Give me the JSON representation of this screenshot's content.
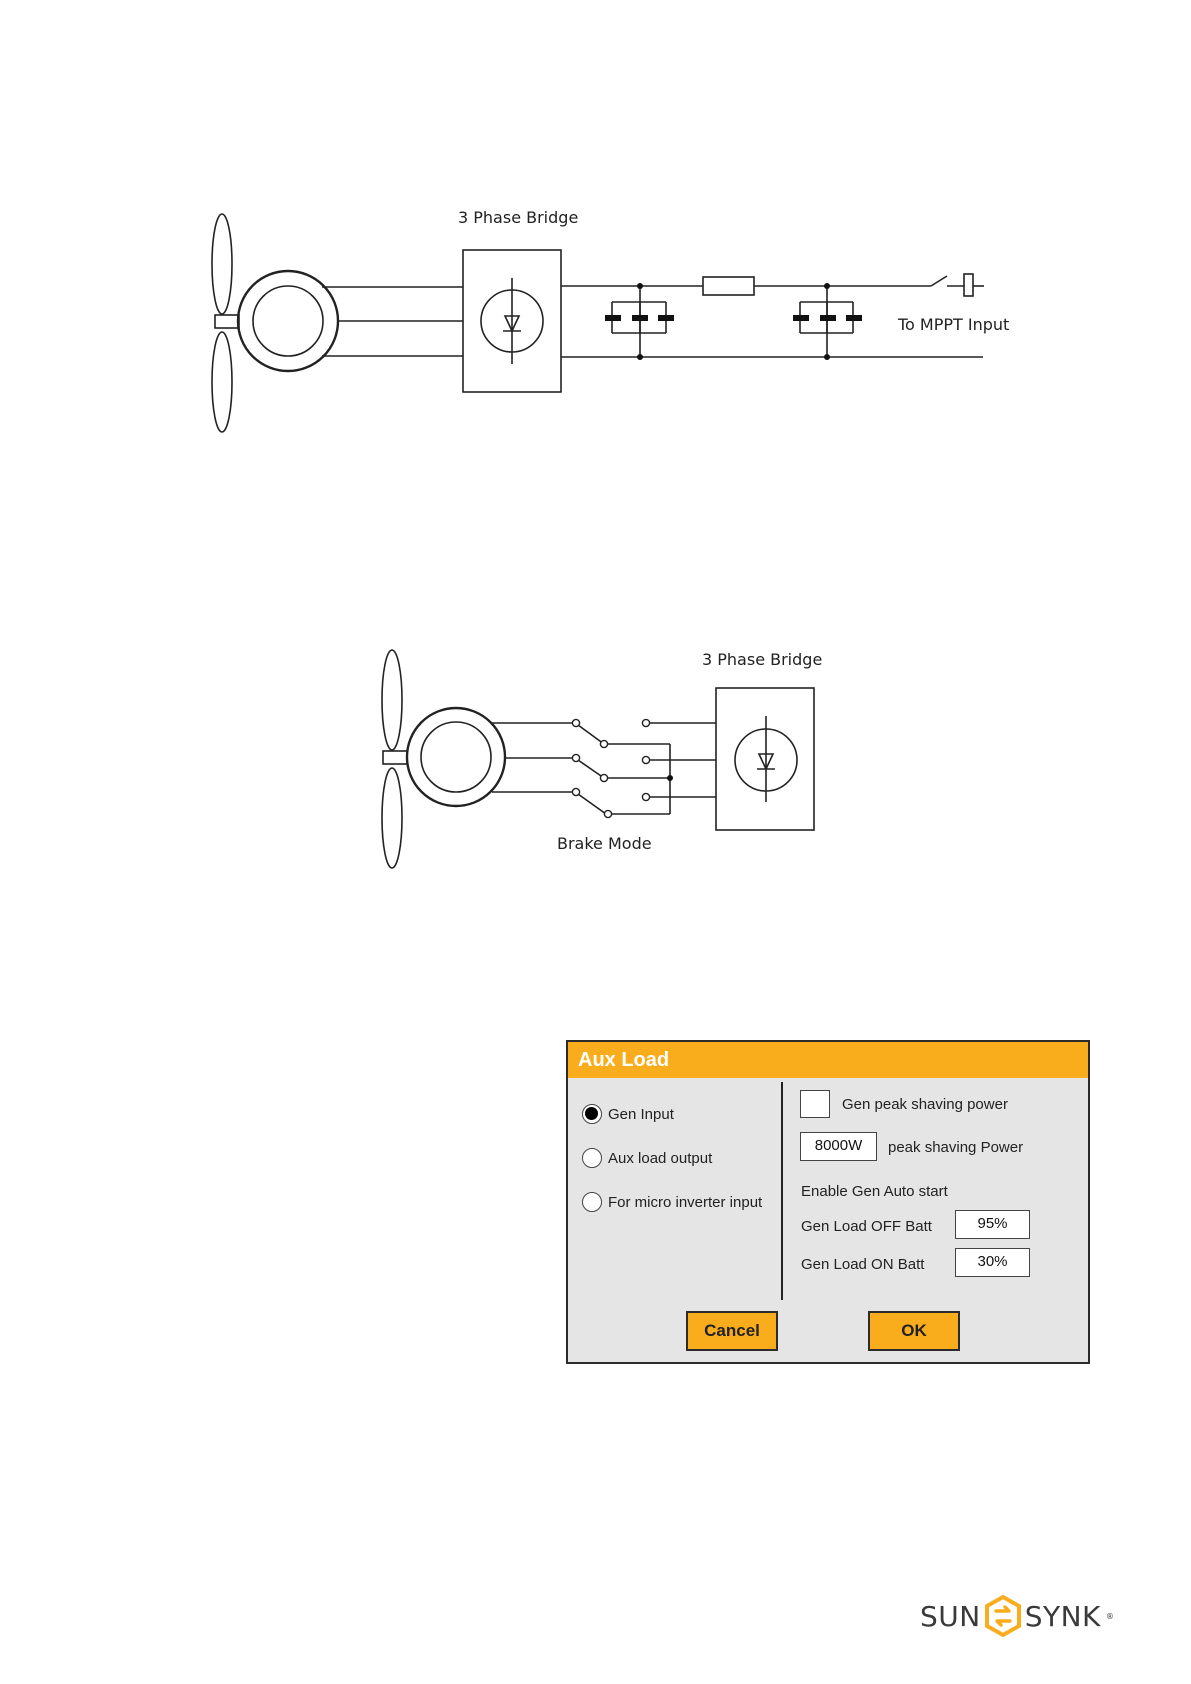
{
  "diagram1": {
    "bridge_label": "3 Phase Bridge",
    "output_label": "To MPPT Input"
  },
  "diagram2": {
    "bridge_label": "3 Phase Bridge",
    "mode_label": "Brake Mode"
  },
  "dialog": {
    "title": "Aux Load",
    "options": [
      {
        "label": "Gen Input",
        "selected": true
      },
      {
        "label": "Aux load output",
        "selected": false
      },
      {
        "label": "For micro inverter input",
        "selected": false
      }
    ],
    "peak_shaving_checkbox_label": "Gen peak shaving power",
    "peak_shaving_value": "8000W",
    "peak_shaving_value_label": "peak shaving Power",
    "auto_start_label": "Enable Gen Auto start",
    "load_off_label": "Gen Load OFF Batt",
    "load_off_value": "95%",
    "load_on_label": "Gen Load ON Batt",
    "load_on_value": "30%",
    "cancel_label": "Cancel",
    "ok_label": "OK"
  },
  "logo": {
    "left": "SUN",
    "right": "SYNK",
    "mark": "®",
    "accent_color": "#f9ad1c"
  },
  "colors": {
    "header": "#f9ad1c",
    "dialog_bg": "#e5e5e5",
    "line": "#222222"
  }
}
